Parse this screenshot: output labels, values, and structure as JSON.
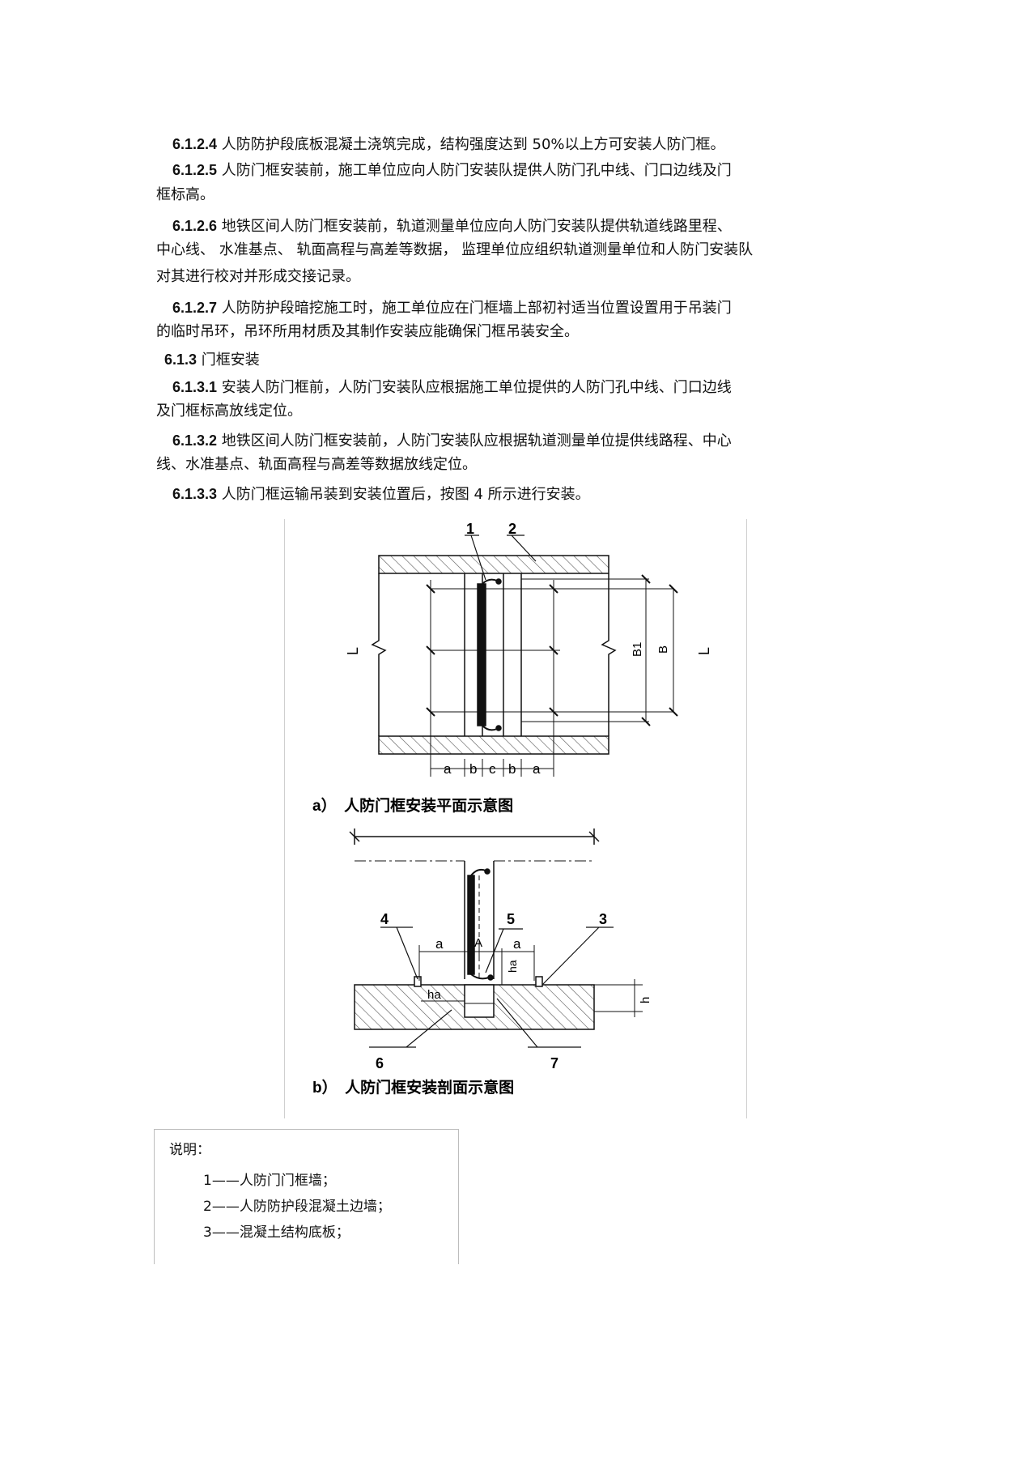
{
  "paragraphs": [
    {
      "num": "6.1.2.4",
      "lines": [
        "人防防护段底板混凝土浇筑完成，结构强度达到 50%以上方可安装人防门框。"
      ]
    },
    {
      "num": "6.1.2.5",
      "lines": [
        "人防门框安装前，施工单位应向人防门安装队提供人防门孔中线、门口边线及门",
        "框标高。"
      ]
    },
    {
      "num": "6.1.2.6",
      "lines": [
        "地铁区间人防门框安装前，轨道测量单位应向人防门安装队提供轨道线路里程、",
        "中心线、 水准基点、 轨面高程与高差等数据， 监理单位应组织轨道测量单位和人防门安装队",
        "对其进行校对并形成交接记录。"
      ]
    },
    {
      "num": "6.1.2.7",
      "lines": [
        "人防防护段暗挖施工时，施工单位应在门框墙上部初衬适当位置设置用于吊装门",
        "的临时吊环，吊环所用材质及其制作安装应能确保门框吊装安全。"
      ]
    },
    {
      "num": "6.1.3",
      "lines": [
        "门框安装"
      ]
    },
    {
      "num": "6.1.3.1",
      "lines": [
        "安装人防门框前，人防门安装队应根据施工单位提供的人防门孔中线、门口边线",
        "及门框标高放线定位。"
      ]
    },
    {
      "num": "6.1.3.2",
      "lines": [
        "地铁区间人防门框安装前，人防门安装队应根据轨道测量单位提供线路程、中心",
        "线、水准基点、轨面高程与高差等数据放线定位。"
      ]
    },
    {
      "num": "6.1.3.3",
      "lines": [
        "人防门框运输吊装到安装位置后，按图 4 所示进行安装。"
      ]
    }
  ],
  "figure": {
    "caption_a": "a）　人防门框安装平面示意图",
    "caption_b": "b）　人防门框安装剖面示意图",
    "labels_a": {
      "n1": "1",
      "n2": "2",
      "L_left": "L",
      "L_right": "L",
      "B1": "B1",
      "B": "B",
      "a1": "a",
      "b1": "b",
      "c": "c",
      "b2": "b",
      "a2": "a"
    },
    "labels_b": {
      "n3": "3",
      "n4": "4",
      "n5": "5",
      "n6": "6",
      "n7": "7",
      "a1": "a",
      "A": "A",
      "a2": "a",
      "ha1": "ha",
      "ha2": "ha",
      "h": "h"
    }
  },
  "notes": {
    "title": "说明：",
    "items": [
      "1——人防门门框墙；",
      "2——人防防护段混凝土边墙；",
      "3——混凝土结构底板；"
    ]
  }
}
